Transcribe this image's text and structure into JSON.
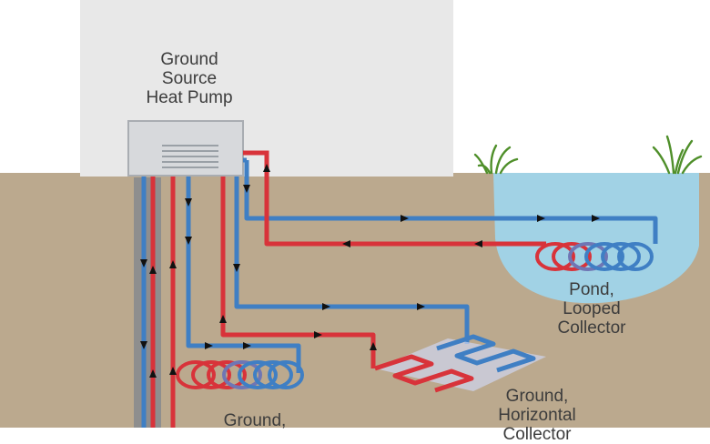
{
  "diagram": {
    "labels": {
      "pump": [
        "Ground",
        "Source",
        "Heat Pump"
      ],
      "pond": [
        "Pond,",
        "Looped",
        "Collector"
      ],
      "horizontal": [
        "Ground,",
        "Horizontal",
        "Collector"
      ],
      "vertical": [
        "Ground,"
      ]
    },
    "colors": {
      "sky": "#ffffff",
      "house": "#e8e8e8",
      "ground": "#bba98e",
      "pond": "#9fd6ee",
      "grass": "#4f8f2a",
      "pump_unit": "#d7d9dc",
      "cold_pipe": "#3f7fc4",
      "hot_pipe": "#d8333a",
      "arrow": "#111111",
      "label_text": "#3c3c3c"
    },
    "icons": {
      "pump_unit": "heat-pump-icon",
      "grass": "grass-tuft-icon",
      "flow_arrow": "flow-arrow-icon"
    }
  }
}
